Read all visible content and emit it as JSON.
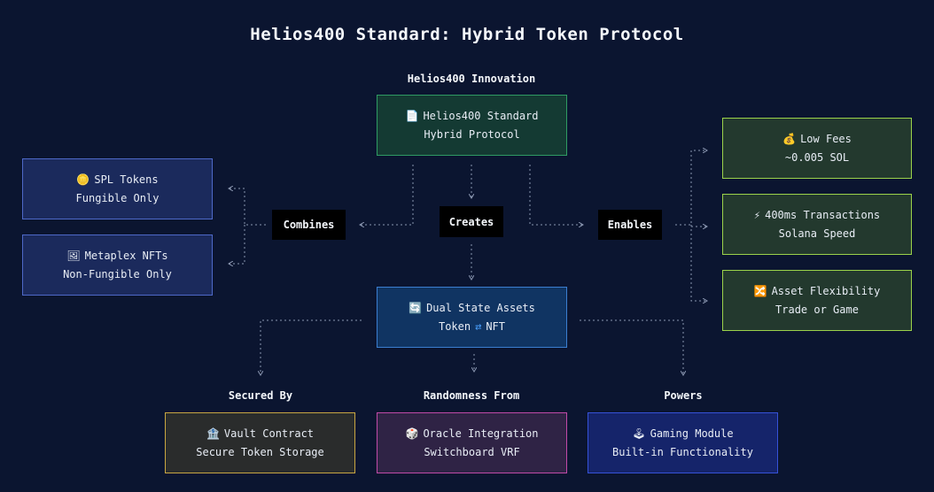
{
  "title": "Helios400 Standard: Hybrid Token Protocol",
  "innovation_label": "Helios400 Innovation",
  "core": {
    "icon": "page-icon",
    "glyph": "📄",
    "line1": "Helios400 Standard",
    "line2": "Hybrid Protocol"
  },
  "edges": {
    "combines": "Combines",
    "creates": "Creates",
    "enables": "Enables"
  },
  "spl": {
    "icon": "coin-icon",
    "glyph": "🪙",
    "line1": "SPL Tokens",
    "line2": "Fungible Only"
  },
  "nft": {
    "icon": "picture-icon",
    "glyph": "🖼",
    "line1": "Metaplex NFTs",
    "line2": "Non-Fungible Only"
  },
  "dual": {
    "icon": "refresh-icon",
    "glyph": "🔄",
    "line1": "Dual State Assets",
    "line2_a": "Token",
    "line2_swap": "⇄",
    "line2_b": "NFT"
  },
  "fees": {
    "icon": "money-bag-icon",
    "glyph": "💰",
    "line1": "Low Fees",
    "line2": "~0.005 SOL"
  },
  "speed": {
    "icon": "lightning-icon",
    "glyph": "⚡",
    "line1": "400ms Transactions",
    "line2": "Solana Speed"
  },
  "flex": {
    "icon": "shuffle-icon",
    "glyph": "🔀",
    "line1": "Asset Flexibility",
    "line2": "Trade or Game"
  },
  "bottom_labels": {
    "secured": "Secured By",
    "randomness": "Randomness From",
    "powers": "Powers"
  },
  "vault": {
    "icon": "bank-icon",
    "glyph": "🏦",
    "line1": "Vault Contract",
    "line2": "Secure Token Storage"
  },
  "oracle": {
    "icon": "dice-icon",
    "glyph": "🎲",
    "line1": "Oracle Integration",
    "line2": "Switchboard VRF"
  },
  "gaming": {
    "icon": "joystick-icon",
    "glyph": "🕹",
    "line1": "Gaming Module",
    "line2": "Built-in Functionality"
  },
  "colors": {
    "background": "#0b1530",
    "link": "#8a96b0"
  }
}
